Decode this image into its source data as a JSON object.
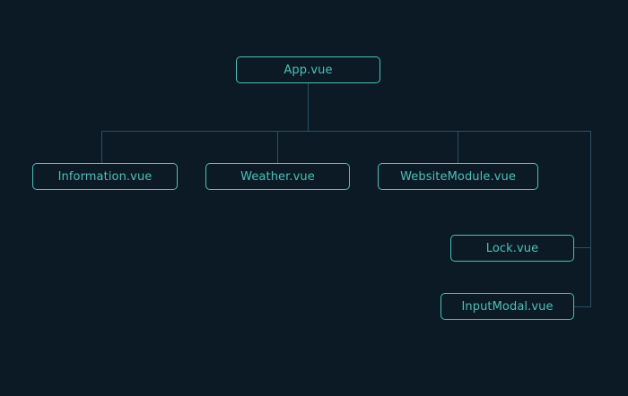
{
  "diagram": {
    "colors": {
      "background": "#0b1a24",
      "node_border": "#49c2b6",
      "node_text": "#49c2b6",
      "connector": "#2b5166"
    },
    "nodes": {
      "app": "App.vue",
      "information": "Information.vue",
      "weather": "Weather.vue",
      "website_module": "WebsiteModule.vue",
      "lock": "Lock.vue",
      "input_modal": "InputModal.vue"
    },
    "edges": [
      {
        "from": "App.vue",
        "to": "Information.vue"
      },
      {
        "from": "App.vue",
        "to": "Weather.vue"
      },
      {
        "from": "App.vue",
        "to": "WebsiteModule.vue"
      },
      {
        "from": "App.vue",
        "to": "Lock.vue"
      },
      {
        "from": "App.vue",
        "to": "InputModal.vue"
      }
    ]
  }
}
